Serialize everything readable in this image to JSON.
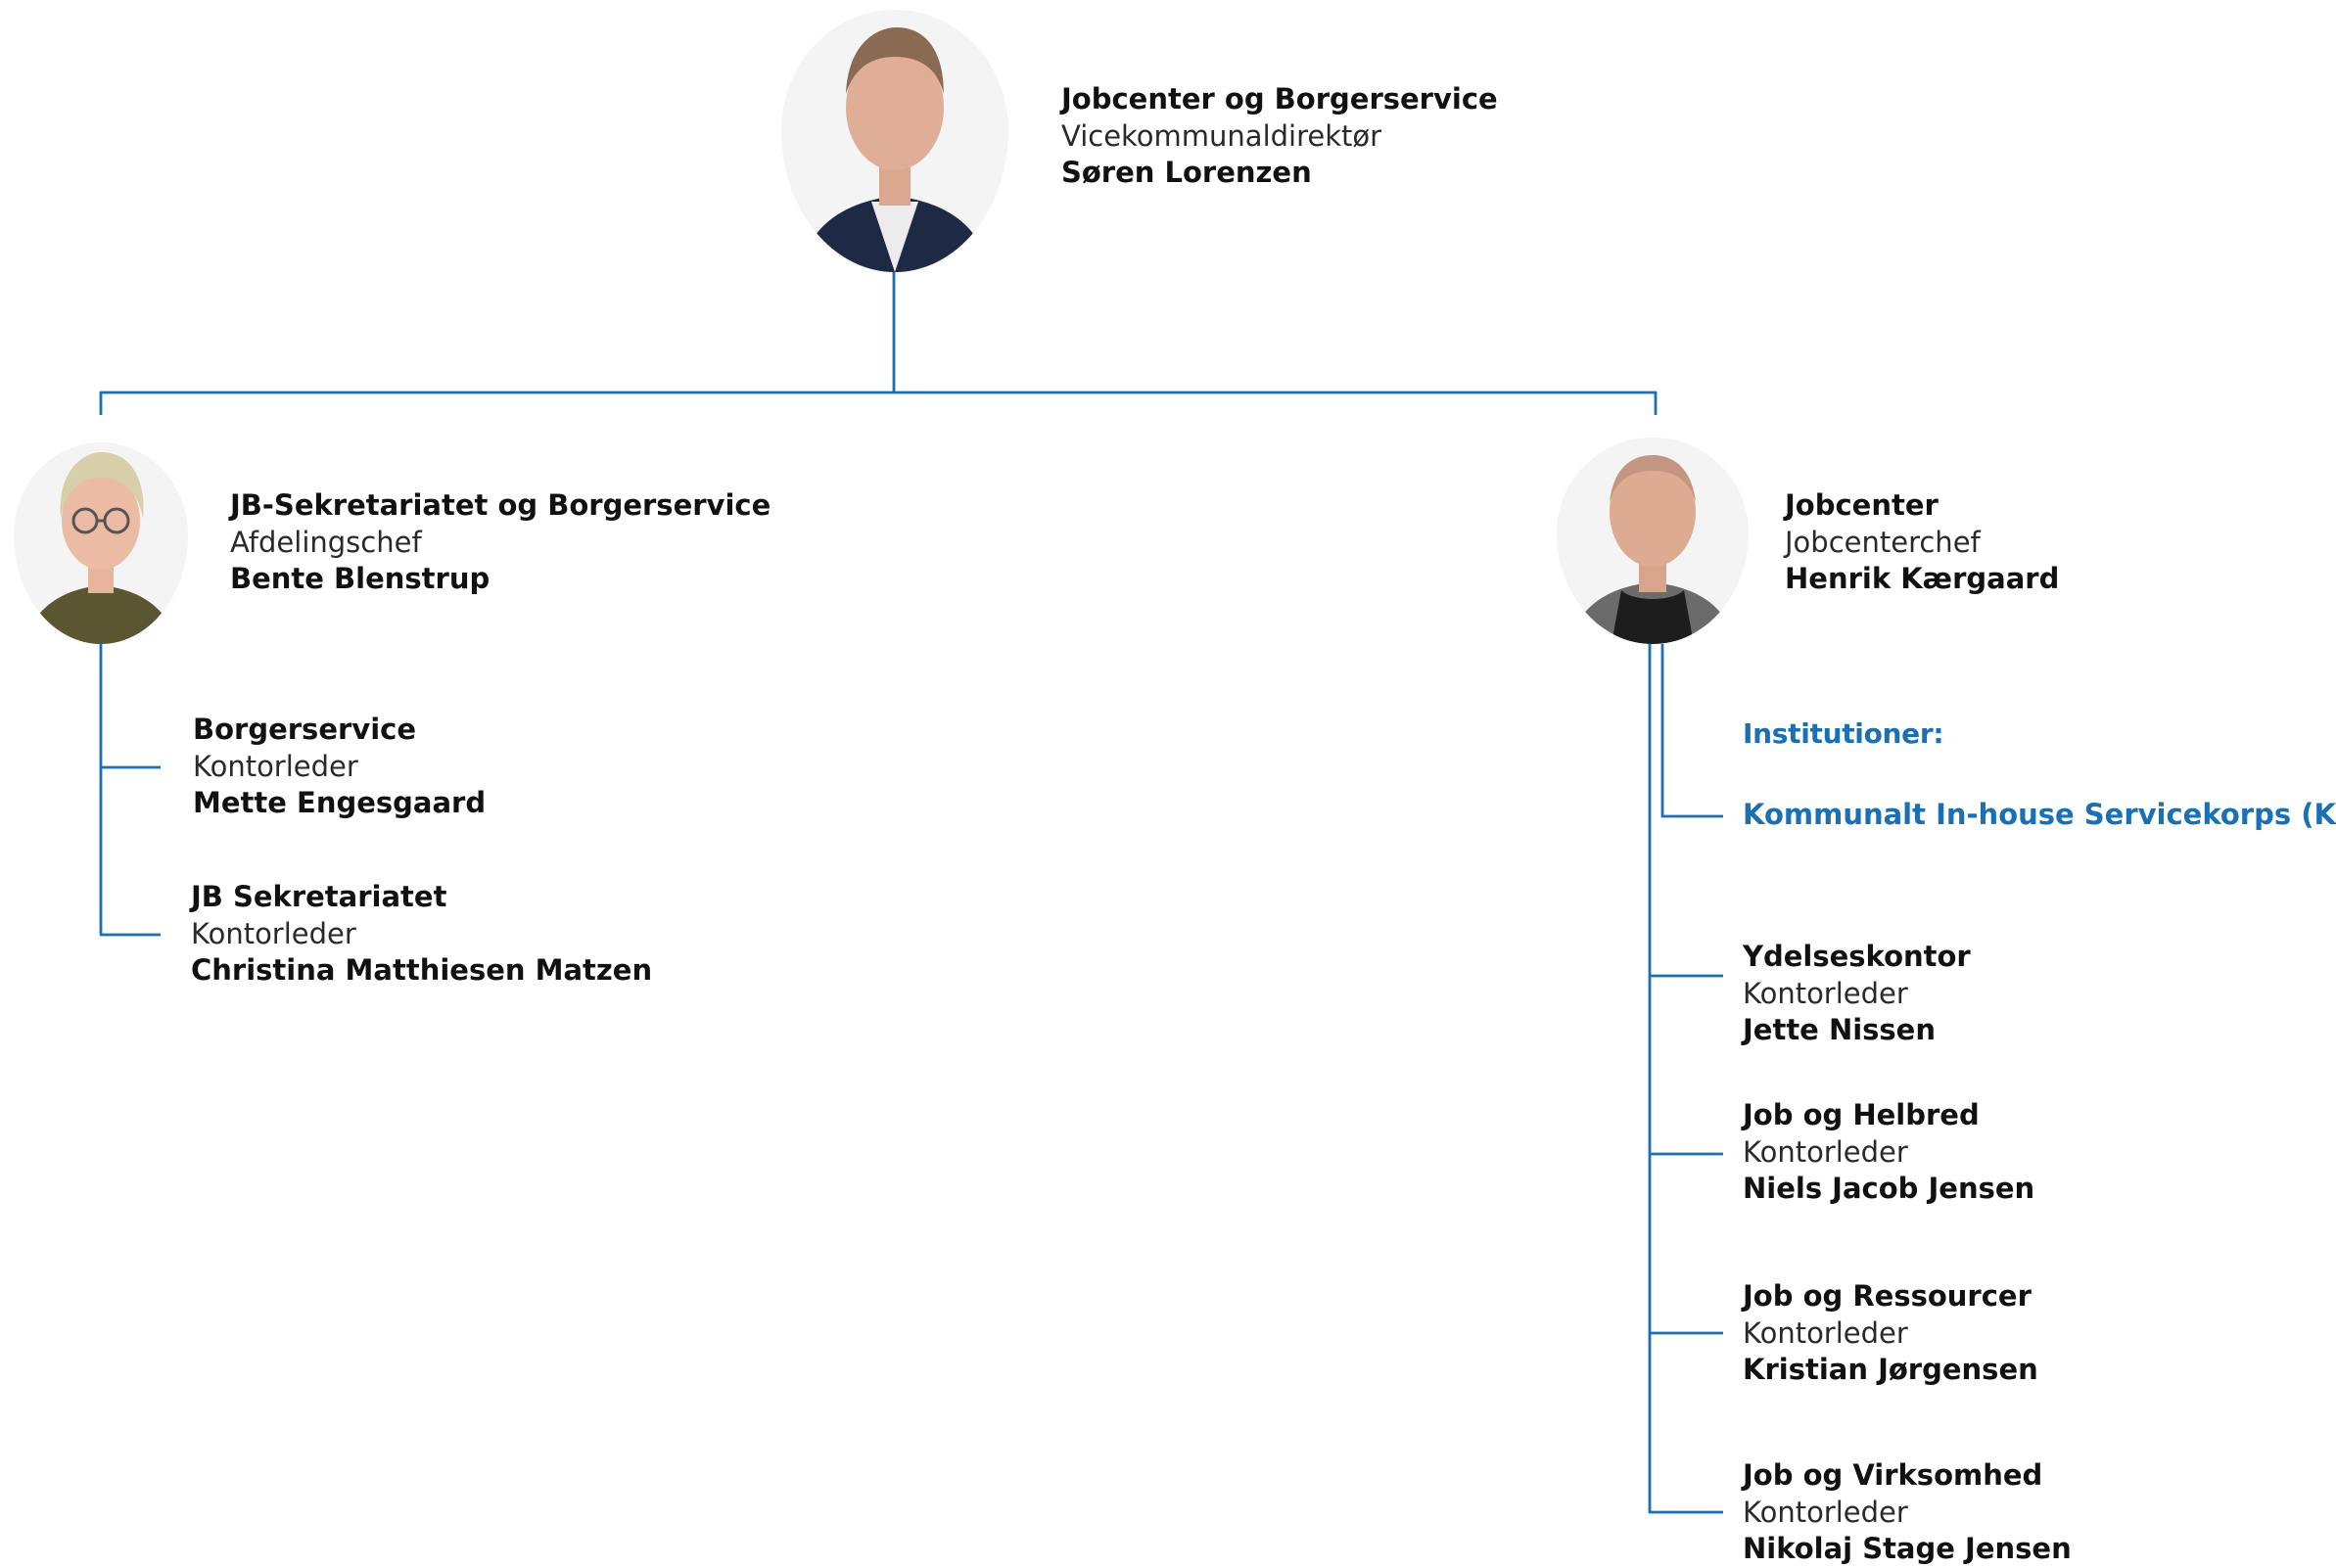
{
  "colors": {
    "connector": "#1a6fb5",
    "accent": "#1a6fb5",
    "text": "#111111"
  },
  "root": {
    "avatar_icon": "person-photo-icon",
    "unit": "Jobcenter og Borgerservice",
    "role": "Vicekommunaldirektør",
    "name": "Søren Lorenzen"
  },
  "left": {
    "avatar_icon": "person-photo-icon",
    "unit": "JB-Sekretariatet og Borgerservice",
    "role": "Afdelingschef",
    "name": "Bente Blenstrup",
    "children": [
      {
        "unit": "Borgerservice",
        "role": "Kontorleder",
        "name": "Mette Engesgaard"
      },
      {
        "unit": "JB Sekretariatet",
        "role": "Kontorleder",
        "name": "Christina Matthiesen Matzen"
      }
    ]
  },
  "right": {
    "avatar_icon": "person-photo-icon",
    "unit": "Jobcenter",
    "role": "Jobcenterchef",
    "name": "Henrik Kærgaard",
    "institutions_heading": "Institutioner:",
    "institution": "Kommunalt In-house Servicekorps (KIS)",
    "children": [
      {
        "unit": "Ydelseskontor",
        "role": "Kontorleder",
        "name": "Jette Nissen"
      },
      {
        "unit": "Job og Helbred",
        "role": "Kontorleder",
        "name": "Niels Jacob Jensen"
      },
      {
        "unit": "Job og Ressourcer",
        "role": "Kontorleder",
        "name": "Kristian Jørgensen"
      },
      {
        "unit": "Job og Virksomhed",
        "role": "Kontorleder",
        "name": "Nikolaj Stage Jensen"
      }
    ]
  }
}
